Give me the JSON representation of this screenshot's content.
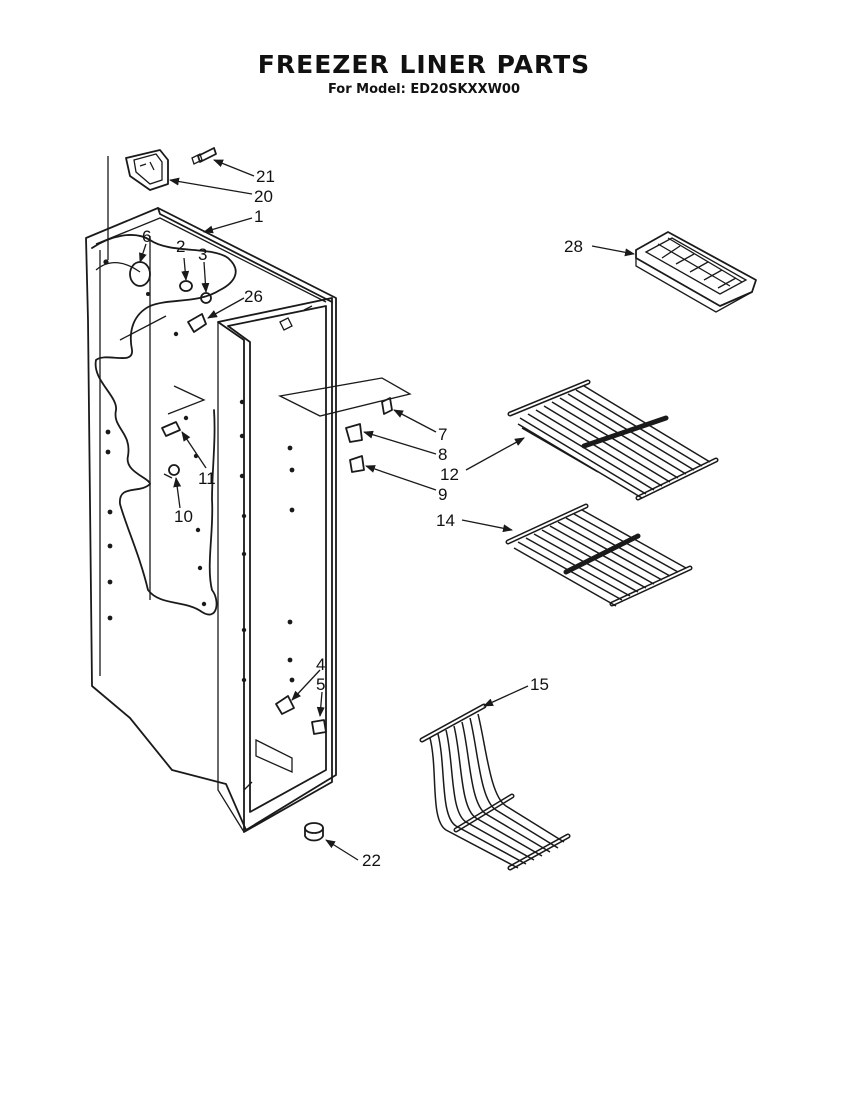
{
  "header": {
    "title": "FREEZER LINER PARTS",
    "subtitle": "For Model: ED20SKXXW00"
  },
  "callouts": [
    {
      "id": "c21",
      "label": "21"
    },
    {
      "id": "c20",
      "label": "20"
    },
    {
      "id": "c1",
      "label": "1"
    },
    {
      "id": "c6",
      "label": "6"
    },
    {
      "id": "c2",
      "label": "2"
    },
    {
      "id": "c3",
      "label": "3"
    },
    {
      "id": "c26",
      "label": "26"
    },
    {
      "id": "c28",
      "label": "28"
    },
    {
      "id": "c7",
      "label": "7"
    },
    {
      "id": "c8",
      "label": "8"
    },
    {
      "id": "c12",
      "label": "12"
    },
    {
      "id": "c9",
      "label": "9"
    },
    {
      "id": "c11",
      "label": "11"
    },
    {
      "id": "c10",
      "label": "10"
    },
    {
      "id": "c14",
      "label": "14"
    },
    {
      "id": "c4",
      "label": "4"
    },
    {
      "id": "c5",
      "label": "5"
    },
    {
      "id": "c15",
      "label": "15"
    },
    {
      "id": "c22",
      "label": "22"
    }
  ]
}
